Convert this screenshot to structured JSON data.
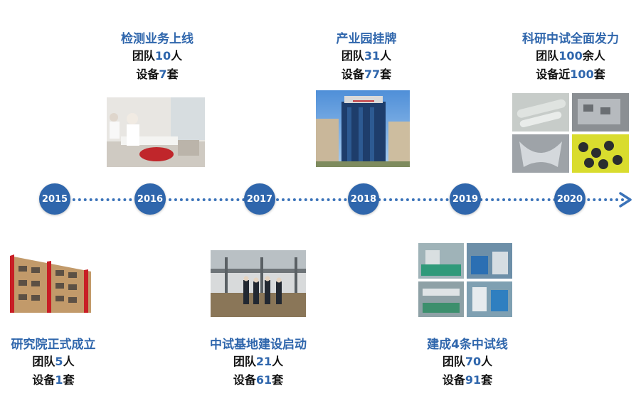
{
  "years": [
    "2015",
    "2016",
    "2017",
    "2018",
    "2019",
    "2020"
  ],
  "milestones": [
    {
      "title": "研究院正式成立",
      "team_pre": "团队",
      "team_num": "5",
      "team_unit": "人",
      "equip_pre": "设备",
      "equip_num": "1",
      "equip_unit": "套"
    },
    {
      "title": "检测业务上线",
      "team_pre": "团队",
      "team_num": "10",
      "team_unit": "人",
      "equip_pre": "设备",
      "equip_num": "7",
      "equip_unit": "套"
    },
    {
      "title": "中试基地建设启动",
      "team_pre": "团队",
      "team_num": "21",
      "team_unit": "人",
      "equip_pre": "设备",
      "equip_num": "61",
      "equip_unit": "套"
    },
    {
      "title": "产业园挂牌",
      "team_pre": "团队",
      "team_num": "31",
      "team_unit": "人",
      "equip_pre": "设备",
      "equip_num": "77",
      "equip_unit": "套"
    },
    {
      "title": "建成4条中试线",
      "team_pre": "团队",
      "team_num": "70",
      "team_unit": "人",
      "equip_pre": "设备",
      "equip_num": "91",
      "equip_unit": "套"
    },
    {
      "title": "科研中试全面发力",
      "team_pre": "团队",
      "team_num": "100",
      "team_unit": "余人",
      "equip_pre": "设备近",
      "equip_num": "100",
      "equip_unit": "套"
    }
  ],
  "colors": {
    "accent": "#2f66ac",
    "text": "#111111"
  }
}
